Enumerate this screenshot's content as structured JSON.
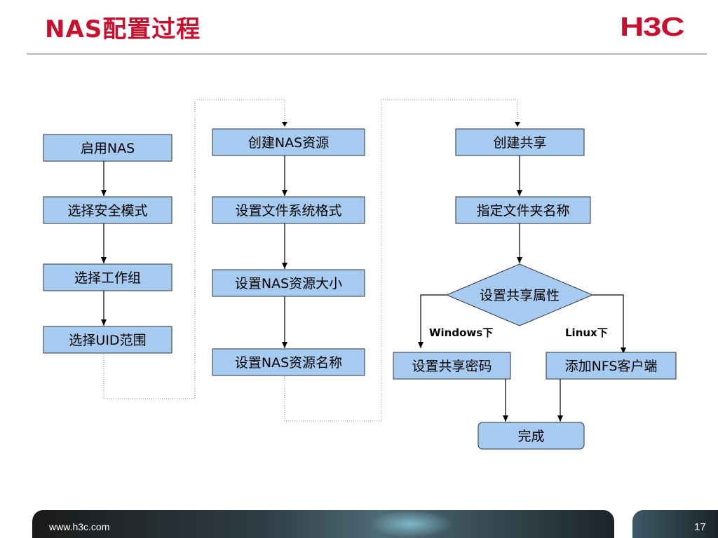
{
  "header": {
    "title": "NAS配置过程",
    "logo_text": "H3C"
  },
  "colors": {
    "brand_red": "#c8102e",
    "box_fill": "#a6caf0",
    "box_border": "#333333",
    "dotted_line": "#8a8a8a"
  },
  "flow": {
    "column1": {
      "steps": [
        "启用NAS",
        "选择安全模式",
        "选择工作组",
        "选择UID范围"
      ]
    },
    "column2": {
      "steps": [
        "创建NAS资源",
        "设置文件系统格式",
        "设置NAS资源大小",
        "设置NAS资源名称"
      ]
    },
    "column3": {
      "steps": [
        "创建共享",
        "指定文件夹名称"
      ],
      "decision": "设置共享属性",
      "branch_left_label": "Windows下",
      "branch_right_label": "Linux下",
      "branch_left_step": "设置共享密码",
      "branch_right_step": "添加NFS客户端",
      "end": "完成"
    }
  },
  "footer": {
    "url": "www.h3c.com",
    "page_number": "17"
  }
}
